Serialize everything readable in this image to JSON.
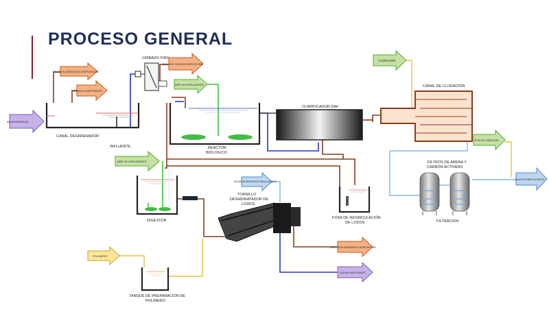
{
  "title": "PROCESO GENERAL",
  "arrows": {
    "agua_residual": "AGUA RESIDUAL",
    "solidos_gruesos": "SOLIDOS GRUESOS A DISPOSICIÓN",
    "arena": "ARENA A DISPOSICIÓN",
    "solidos_finos": "SOLIDOS FINOS A DISPOSICIÓN",
    "aire_reactor": "AIRE DE SOPLADORES",
    "aire_digestor": "AIRE DE SOPLADORES",
    "cloracion": "CLORACIÓN",
    "postcloracion": "POSTCLORACIÓN",
    "agua_potable": "AGUA POTABLE A RIEGO",
    "agua_servicios": "AGUA DE SERVICIOS PARA LAVADO",
    "polimero": "POLIMERO",
    "lodo": "LODO DESHIDRATADO A DISPOSICIÓN",
    "agua_influente": "AGUA A INFLUENTE"
  },
  "labels": {
    "cribado": "CRIBADO FINO",
    "canal_desarenador": "CANAL DESARENADOR",
    "influente": "INFLUENTE",
    "reactor_1": "REACTOR",
    "reactor_2": "BIOLOGICO",
    "clarificador": "CLARIFICADOR DAF",
    "canal_cloracion": "CANAL DE CLORACIÓN",
    "filtros_1": "FILTROS DE ARENA Y",
    "filtros_2": "CARBÓN ACTIVADO",
    "filtracion": "FILTRACIÓN",
    "digestor": "DIGESTOR",
    "tornillo_1": "TORNILLO",
    "tornillo_2": "DESHIDRATADOR DE",
    "tornillo_3": "LODOS",
    "fosa_1": "FOSA DE RESIRCULACIÓN",
    "fosa_2": "DE LODOS",
    "tanque_1": "TANQUE DE PREPARACIÓN DE",
    "tanque_2": "POLIMERO"
  },
  "colors": {
    "title": "#1f2d5a",
    "accent_line": "#8b1a2b",
    "water_blue": "#2233cc",
    "sludge_brown": "#8b3a1a",
    "air_green": "#33cc33",
    "light_blue": "#66aaee",
    "yellow": "#e8c23a",
    "orange_arrow": "#f4b183",
    "purple_arrow": "#c7b2e8",
    "green_arrow": "#c5e0a5",
    "blue_arrow": "#bdd7ee",
    "yellow_arrow": "#ffe699"
  }
}
